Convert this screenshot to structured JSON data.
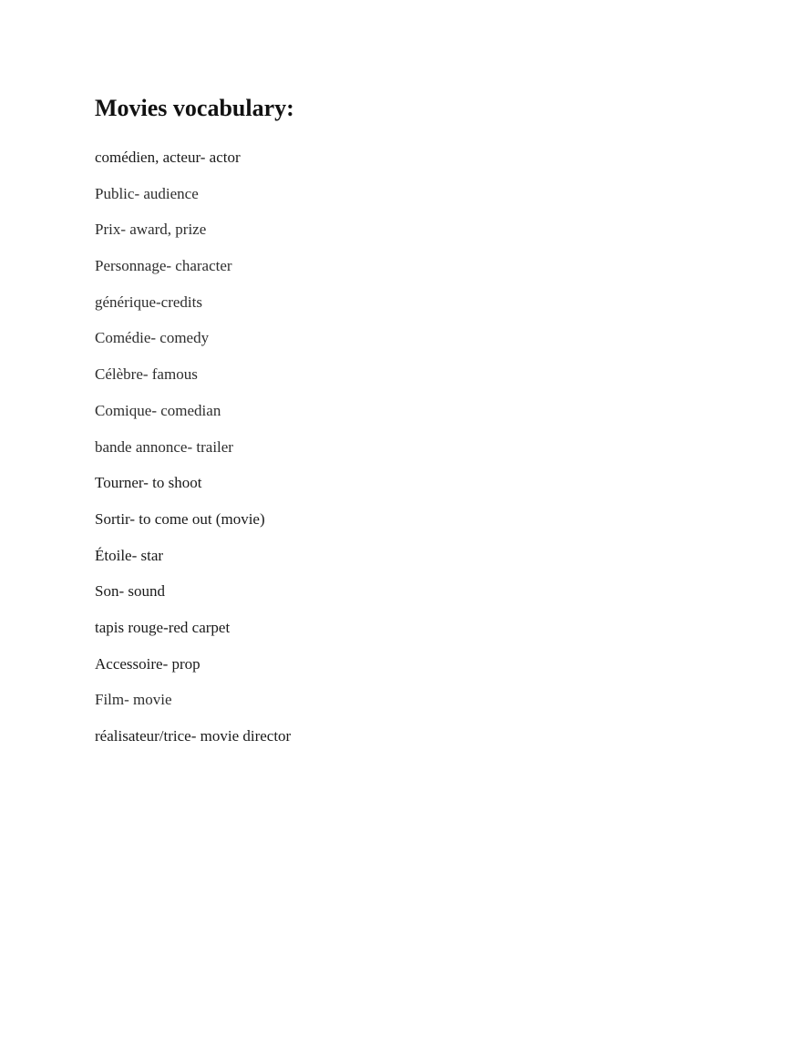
{
  "document": {
    "title": "Movies vocabulary:",
    "items": [
      "comédien, acteur- actor",
      "Public- audience",
      "Prix- award, prize",
      "Personnage- character",
      "générique-credits",
      "Comédie- comedy",
      "Célèbre- famous",
      "Comique- comedian",
      "bande annonce- trailer",
      "Tourner- to shoot",
      "Sortir- to come out (movie)",
      "Étoile- star",
      "Son- sound",
      "tapis rouge-red carpet",
      "Accessoire- prop",
      "Film- movie",
      "réalisateur/trice- movie director"
    ]
  }
}
